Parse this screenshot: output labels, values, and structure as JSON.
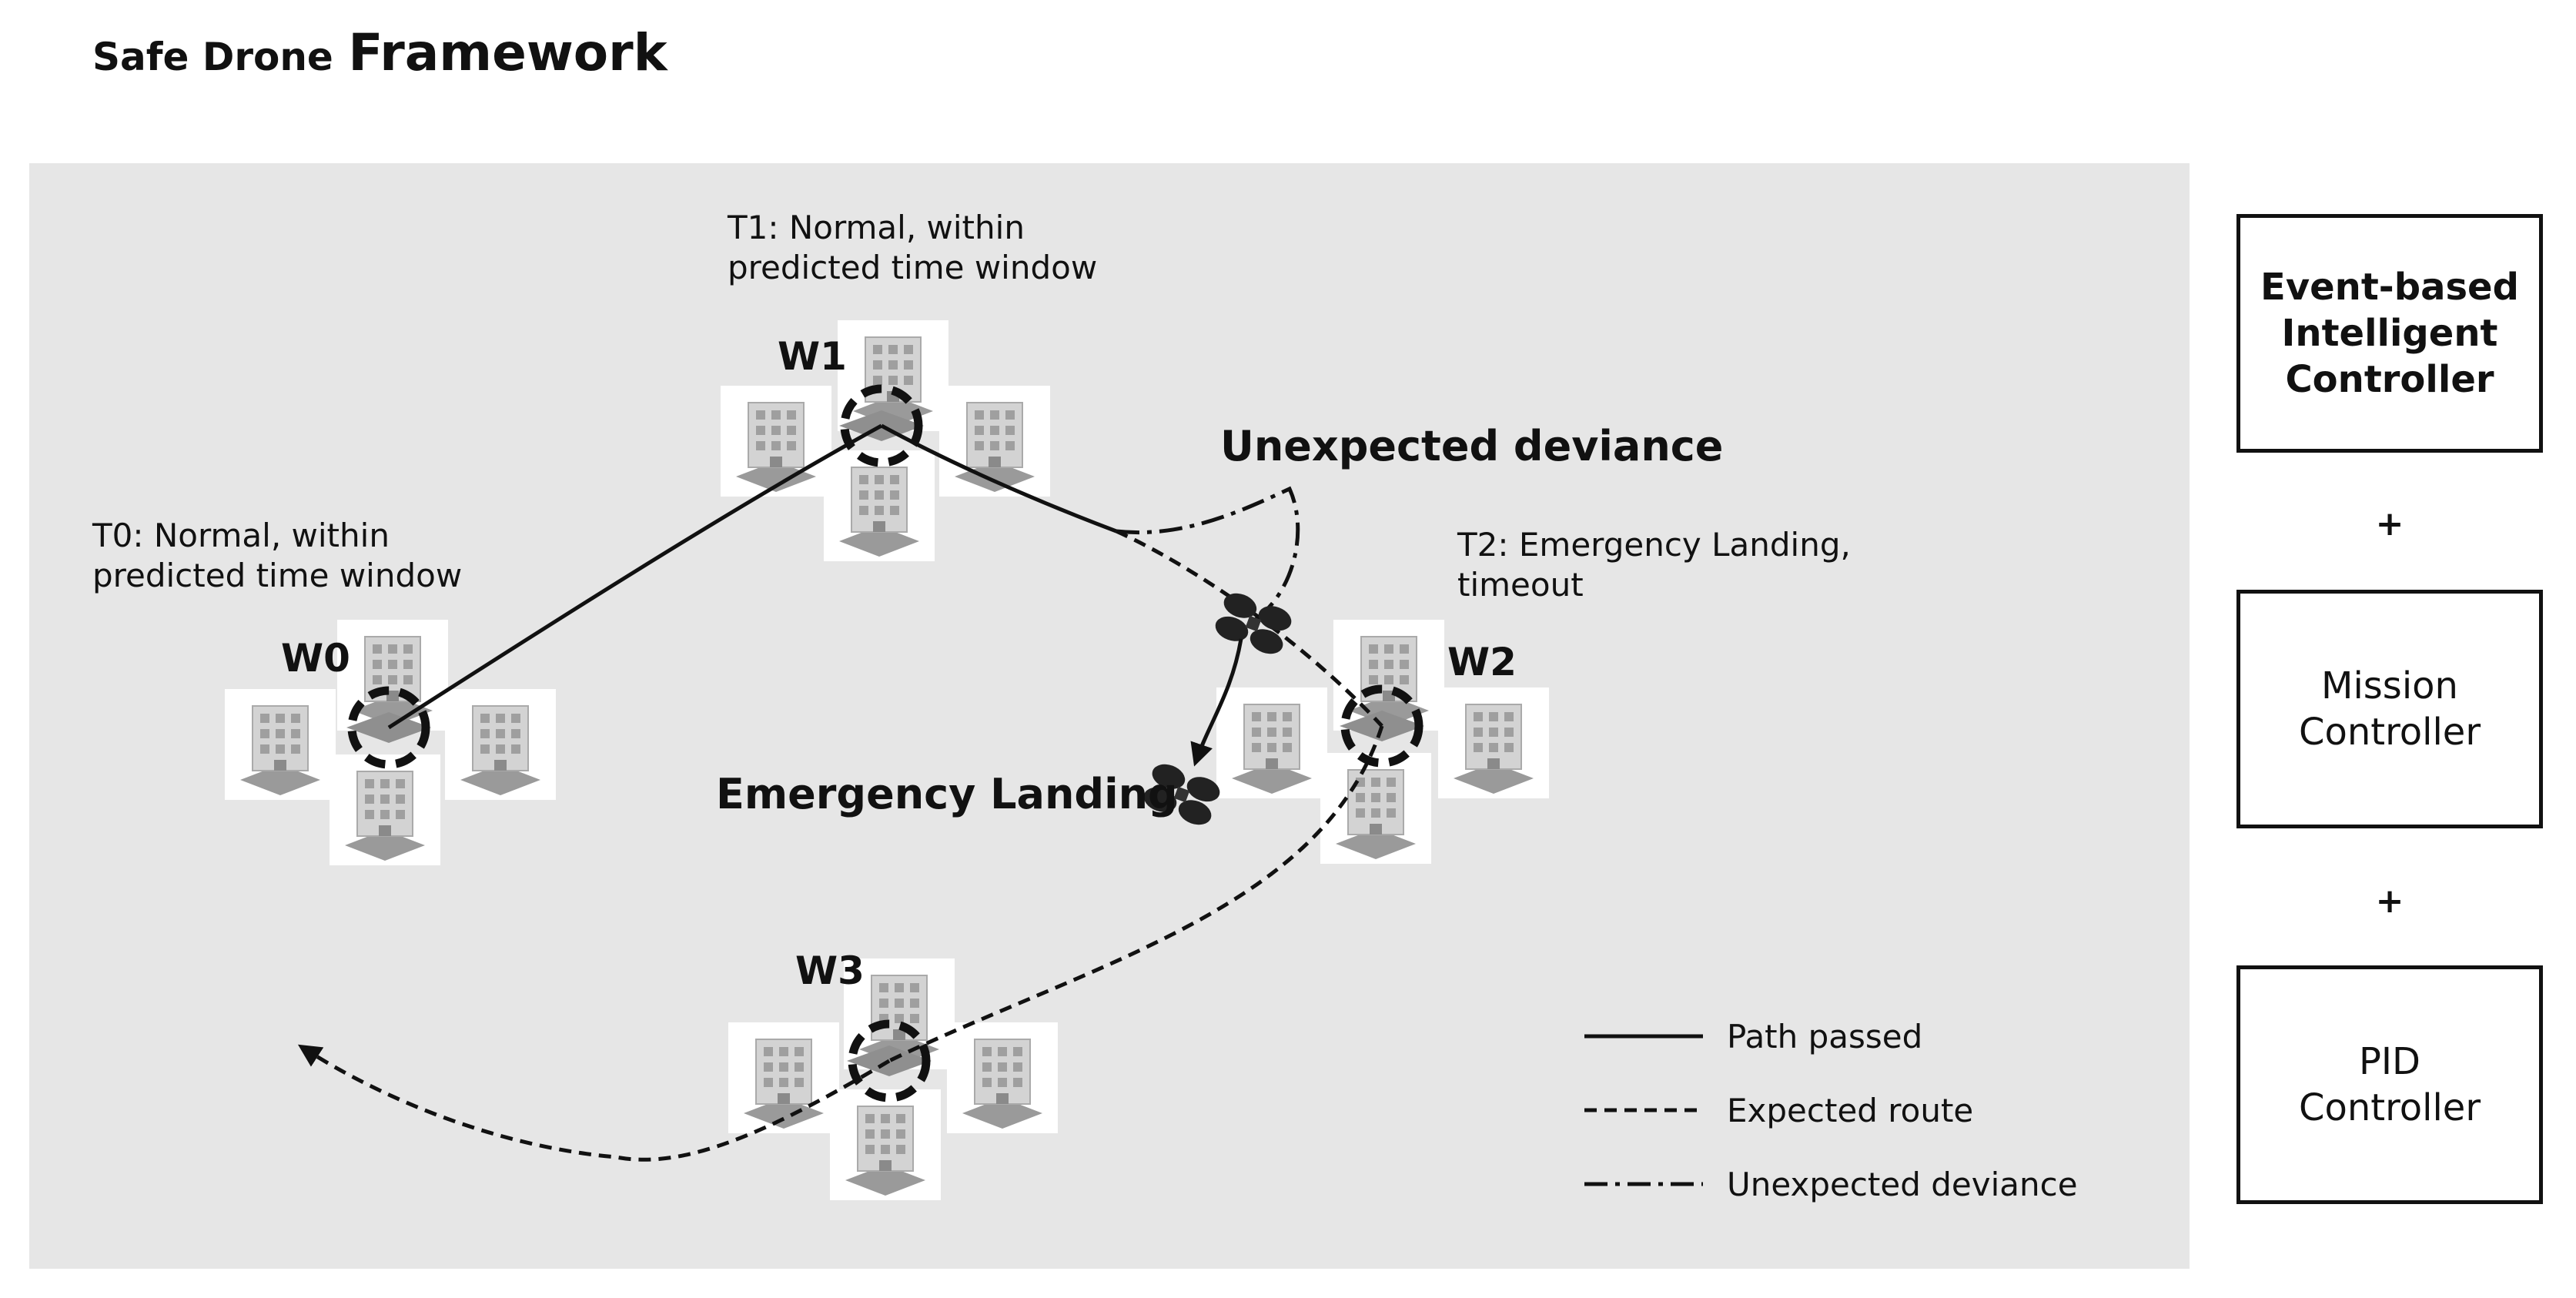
{
  "title": {
    "part1": "Safe Drone",
    "part2": "Framework"
  },
  "waypoints": [
    {
      "id": "W0",
      "label": "W0"
    },
    {
      "id": "W1",
      "label": "W1"
    },
    {
      "id": "W2",
      "label": "W2"
    },
    {
      "id": "W3",
      "label": "W3"
    }
  ],
  "annotations": {
    "t0": [
      "T0: Normal, within",
      "predicted time window"
    ],
    "t1": [
      "T1: Normal, within",
      "predicted time window"
    ],
    "t2": [
      "T2: Emergency Landing,",
      "timeout"
    ]
  },
  "events": {
    "unexpected_deviance": "Unexpected deviance",
    "emergency_landing": "Emergency Landing"
  },
  "legend": [
    {
      "style": "solid",
      "label": "Path passed"
    },
    {
      "style": "dashed",
      "label": "Expected route"
    },
    {
      "style": "dash-dot",
      "label": "Unexpected deviance"
    }
  ],
  "controllers": {
    "event_based": [
      "Event-based",
      "Intelligent",
      "Controller"
    ],
    "mission": [
      "Mission",
      "Controller"
    ],
    "pid": [
      "PID",
      "Controller"
    ],
    "plus": "+"
  },
  "colors": {
    "panel": "#e6e6e6",
    "line": "#111111",
    "building": "#cfcfcf"
  }
}
